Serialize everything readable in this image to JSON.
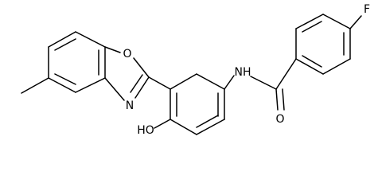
{
  "molecule": {
    "atoms": {
      "fluorine": "F",
      "amide_nitrogen": "H",
      "amide_oxygen": "O",
      "oxazole_oxygen": "O",
      "oxazole_nitrogen": "N",
      "hydroxyl": "HO"
    },
    "amide_nitrogen_element": "N"
  }
}
